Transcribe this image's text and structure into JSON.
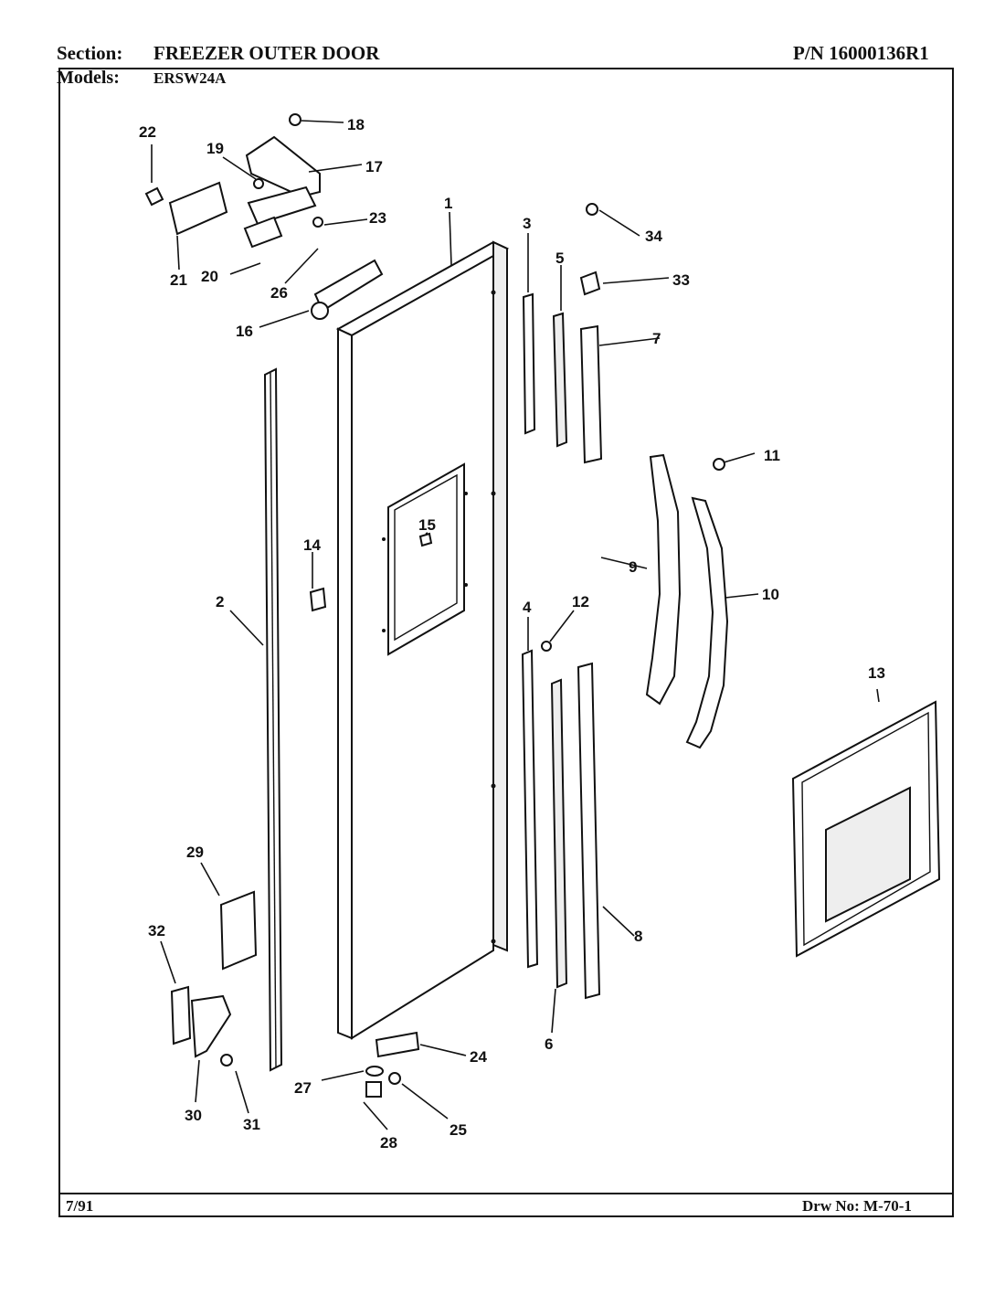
{
  "header": {
    "section_label": "Section:",
    "section_value": "FREEZER OUTER DOOR",
    "part_number": "P/N 16000136R1",
    "models_label": "Models:",
    "models_value": "ERSW24A"
  },
  "footer": {
    "date": "7/91",
    "drawing_number": "Drw No: M-70-1"
  },
  "callouts": {
    "c1": "1",
    "c2": "2",
    "c3": "3",
    "c4": "4",
    "c5": "5",
    "c6": "6",
    "c7": "7",
    "c8": "8",
    "c9": "9",
    "c10": "10",
    "c11": "11",
    "c12": "12",
    "c13": "13",
    "c14": "14",
    "c15": "15",
    "c16": "16",
    "c17": "17",
    "c18": "18",
    "c19": "19",
    "c20": "20",
    "c21": "21",
    "c22": "22",
    "c23": "23",
    "c24": "24",
    "c25": "25",
    "c26": "26",
    "c27": "27",
    "c28": "28",
    "c29": "29",
    "c30": "30",
    "c31": "31",
    "c32": "32",
    "c33": "33",
    "c34": "34"
  }
}
